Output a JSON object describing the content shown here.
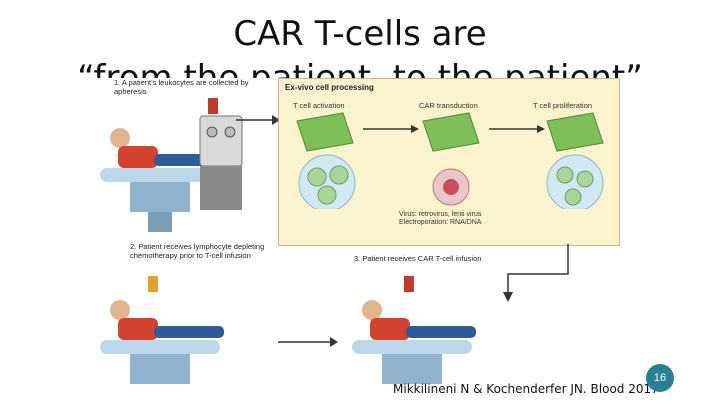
{
  "slide": {
    "title": "CAR T-cells are",
    "title_line2": "“from the patient, to the patient”",
    "page_number": "16",
    "citation": "Mikkilineni N & Kochenderfer JN. Blood 2017"
  },
  "figure": {
    "step1": "1. A patient’s leukocytes are collected by apheresis",
    "step2": "2. Patient receives lymphocyte depleting chemotherapy prior to T-cell infusion",
    "step3": "3. Patient receives CAR T-cell infusion",
    "panel_title": "Ex-vivo cell processing",
    "stage1": "T cell activation",
    "stage2": "CAR transduction",
    "stage3": "T cell proliferation",
    "virus_line1": "Virus: retrovirus, lenti virus",
    "virus_line2": "Electroporation: RNA/DNA"
  },
  "colors": {
    "panel_bg": "#fbf3cd",
    "accent": "#2b7f95",
    "flask": "#7fbf5a",
    "cell": "#a9d59a"
  }
}
